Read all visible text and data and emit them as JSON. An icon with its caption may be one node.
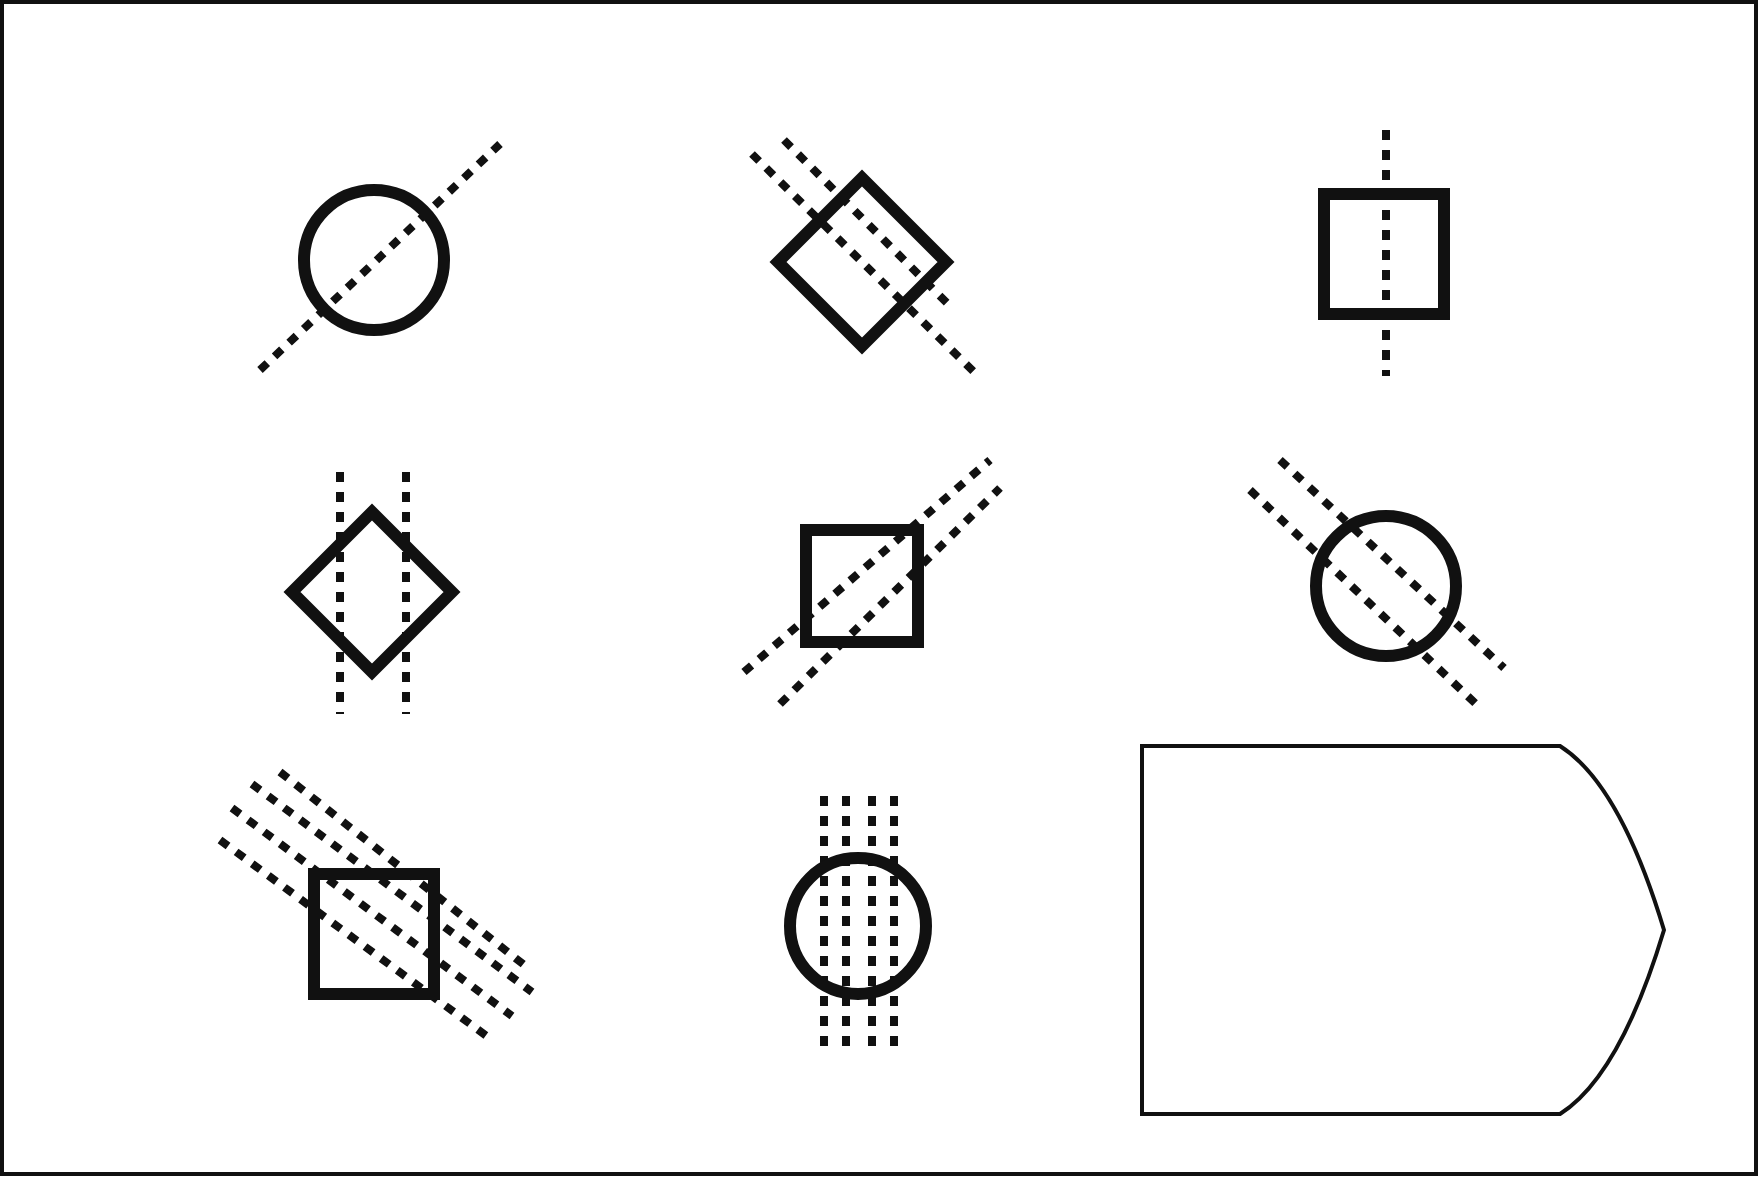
{
  "diagram": {
    "nodes": [
      {
        "text": [],
        "shape": "circle"
      },
      {
        "text": [],
        "shape": "diamond"
      },
      {
        "text": [],
        "shape": "box"
      },
      {
        "text": [],
        "shape": "diamond"
      },
      {
        "text": [],
        "shape": "box"
      },
      {
        "text": [],
        "shape": "circle"
      },
      {
        "text": [],
        "shape": "box"
      },
      {
        "text": [],
        "shape": "circle"
      },
      {
        "text": [],
        "shape": "pentagon"
      }
    ]
  }
}
